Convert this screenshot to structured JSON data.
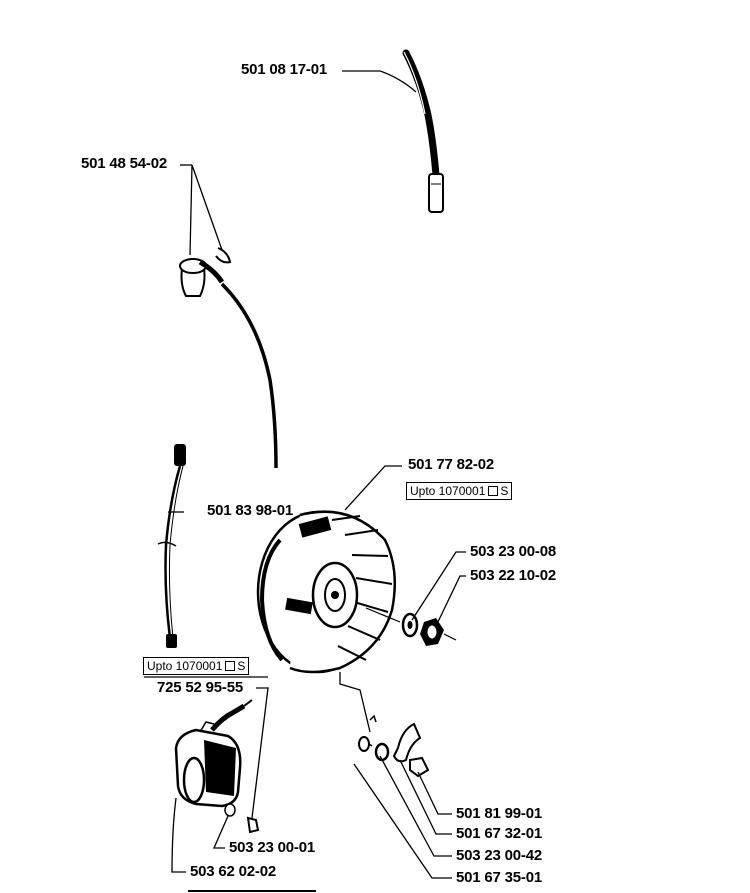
{
  "part_numbers": {
    "hv_lead": "501 08 17-01",
    "spark_plug_cap": "501 48 54-02",
    "flywheel": "501 77 82-02",
    "washer_a": "503 23 00-08",
    "nut": "503 22 10-02",
    "short_circuit_cable": "501 83 98-01",
    "cable_alt": "725 52 95-55",
    "screw_coil": "503 23 00-01",
    "ignition_coil": "503 62 02-02",
    "screw_b": "501 81 99-01",
    "pawl": "501 67 32-01",
    "washer_b": "503 23 00-42",
    "spring": "501 67 35-01"
  },
  "notes": {
    "flywheel_range": "Upto 1070001",
    "flywheel_suffix": "S",
    "cable_range": "Upto 1070001",
    "cable_suffix": "S"
  }
}
